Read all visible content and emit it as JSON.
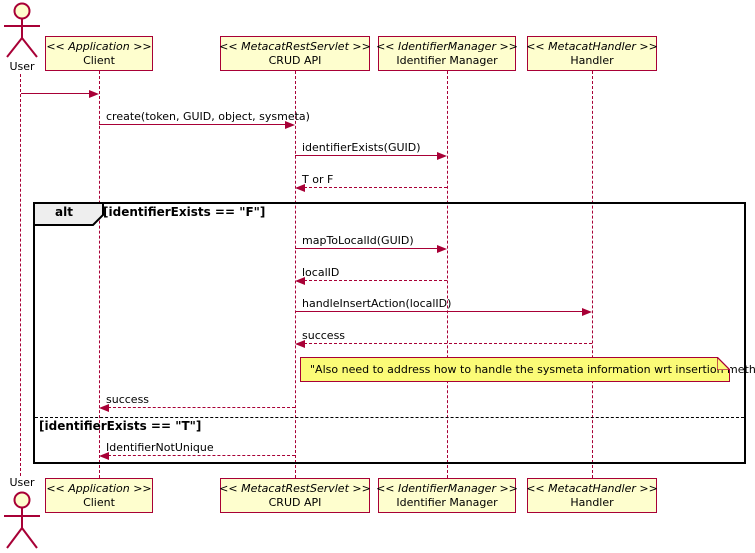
{
  "actor": {
    "name": "User"
  },
  "participants": [
    {
      "stereotype": "<< Application >>",
      "name": "Client"
    },
    {
      "stereotype": "<< MetacatRestServlet >>",
      "name": "CRUD API"
    },
    {
      "stereotype": "<< IdentifierManager >>",
      "name": "Identifier Manager"
    },
    {
      "stereotype": "<< MetacatHandler >>",
      "name": "Handler"
    }
  ],
  "messages": [
    {
      "label": "",
      "from": "User",
      "to": "Client",
      "style": "solid"
    },
    {
      "label": "create(token, GUID, object, sysmeta)",
      "from": "Client",
      "to": "CRUD API",
      "style": "solid"
    },
    {
      "label": "identifierExists(GUID)",
      "from": "CRUD API",
      "to": "Identifier Manager",
      "style": "solid"
    },
    {
      "label": "T or F",
      "from": "Identifier Manager",
      "to": "CRUD API",
      "style": "dashed"
    },
    {
      "label": "mapToLocalId(GUID)",
      "from": "CRUD API",
      "to": "Identifier Manager",
      "style": "solid"
    },
    {
      "label": "localID",
      "from": "Identifier Manager",
      "to": "CRUD API",
      "style": "dashed"
    },
    {
      "label": "handleInsertAction(localID)",
      "from": "CRUD API",
      "to": "Handler",
      "style": "solid"
    },
    {
      "label": "success",
      "from": "Handler",
      "to": "CRUD API",
      "style": "dashed"
    },
    {
      "label": "success",
      "from": "CRUD API",
      "to": "Client",
      "style": "dashed"
    },
    {
      "label": "IdentifierNotUnique",
      "from": "CRUD API",
      "to": "Client",
      "style": "dashed"
    }
  ],
  "alt_frame": {
    "operator": "alt",
    "guard_if": "[identifierExists == \"F\"]",
    "guard_else": "[identifierExists == \"T\"]"
  },
  "note": {
    "text": "\"Also need to address how to handle the sysmeta information wrt insertion methods\""
  },
  "colors": {
    "accent": "#A80036",
    "participant_fill": "#FEFECE",
    "note_fill": "#FBFB77",
    "frame_label_fill": "#EEEEEE",
    "frame_border": "#000000"
  }
}
